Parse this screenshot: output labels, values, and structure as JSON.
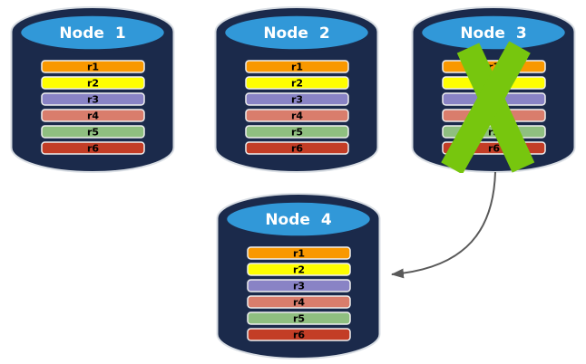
{
  "diagram": {
    "nodes": [
      {
        "label": "Node 1",
        "failed": false
      },
      {
        "label": "Node 2",
        "failed": false
      },
      {
        "label": "Node 3",
        "failed": true
      },
      {
        "label": "Node 4",
        "failed": false
      }
    ],
    "rows": [
      {
        "label": "r1",
        "color": "#F99800"
      },
      {
        "label": "r2",
        "color": "#FEFE00"
      },
      {
        "label": "r3",
        "color": "#8983C5"
      },
      {
        "label": "r4",
        "color": "#D97D6C"
      },
      {
        "label": "r5",
        "color": "#8FBF80"
      },
      {
        "label": "r6",
        "color": "#C33D26"
      }
    ],
    "colors": {
      "cylinder_body": "#1B2A4B",
      "cylinder_top": "#3198D8",
      "outline": "#D9DEE4",
      "bar_border": "#EFEFEF",
      "bar_text": "#000000",
      "label_text": "#FFFFFF",
      "failure_x": "#77C60E",
      "arrow": "#595959"
    },
    "arrow": {
      "from": "Node 3",
      "to": "Node 4"
    }
  }
}
